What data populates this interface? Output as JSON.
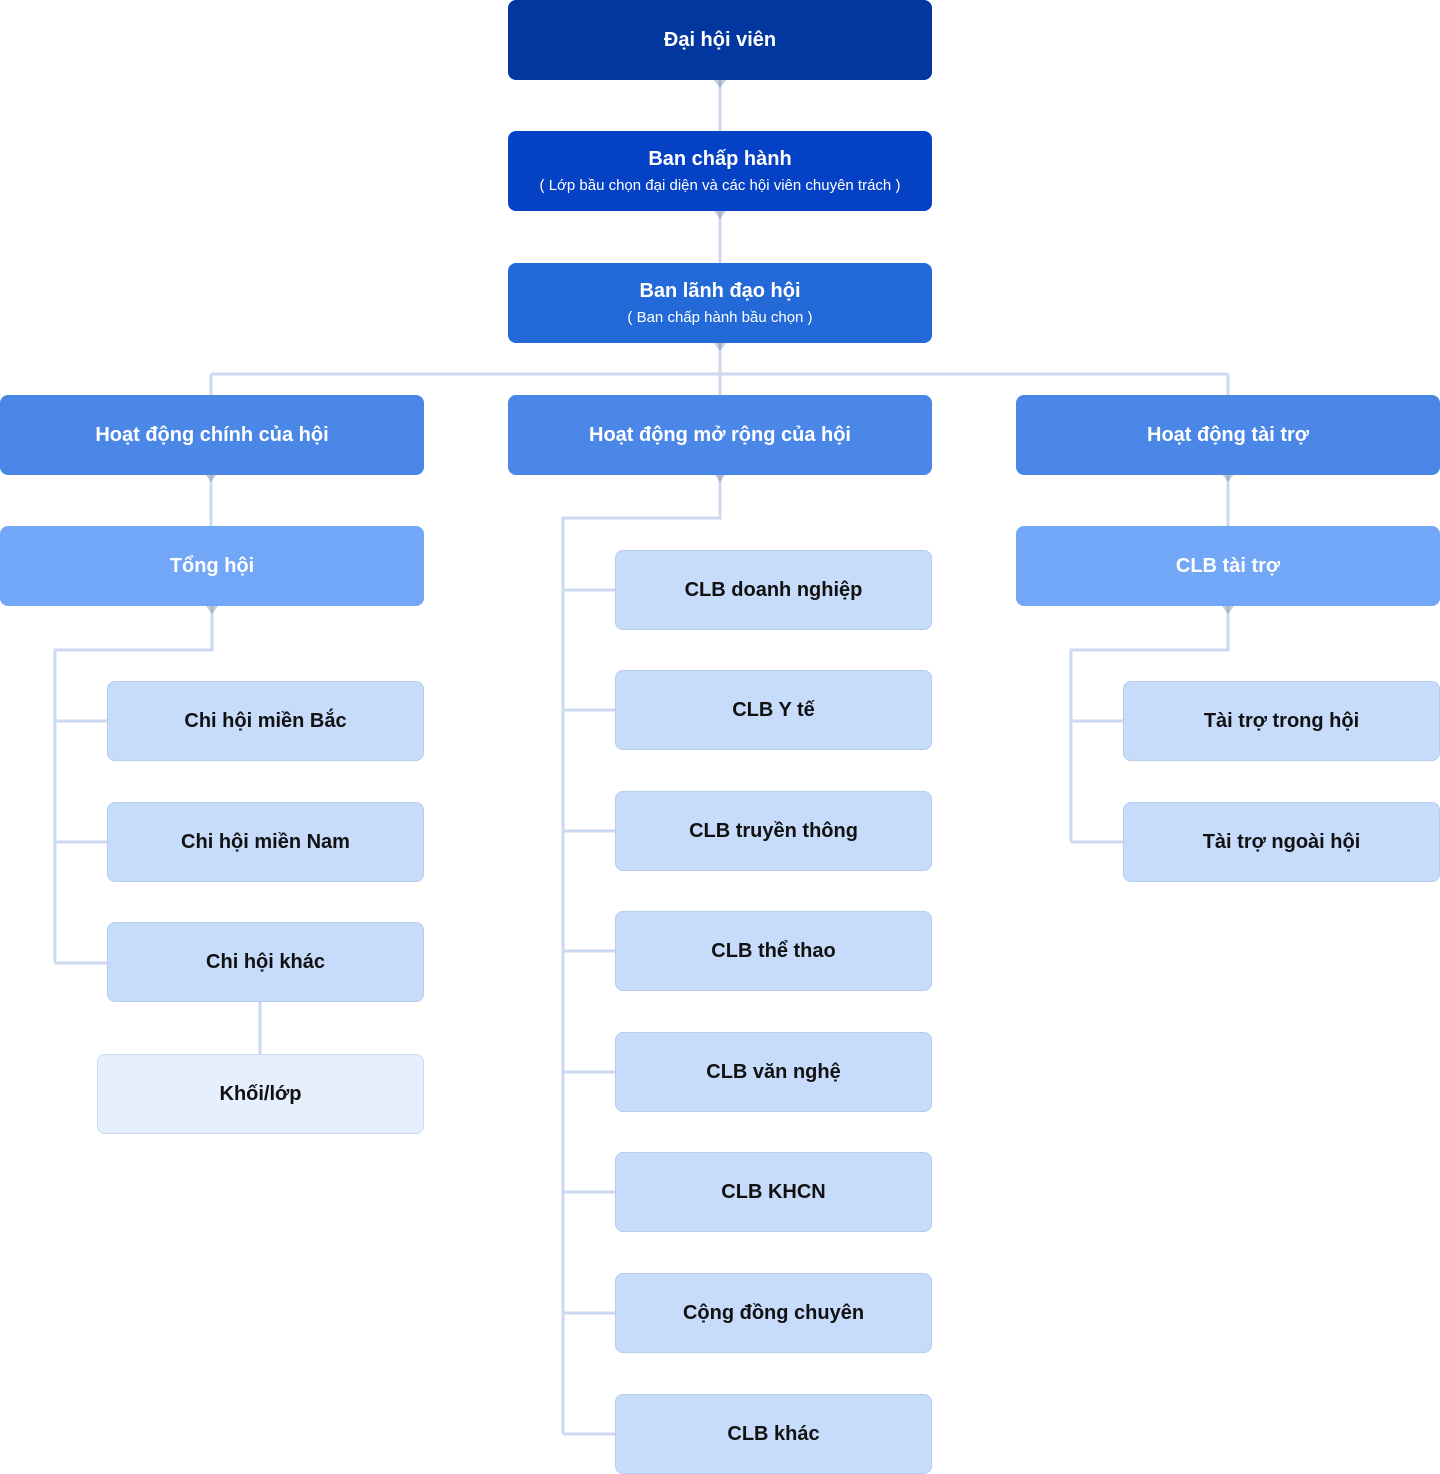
{
  "colors": {
    "level0": "#0337a0",
    "level1": "#0541c4",
    "level2": "#2469d8",
    "level3": "#4b87e6",
    "level4": "#72a6f7",
    "leaf": "#c7dbfb",
    "leaf_light": "#e6effd",
    "connector": "#cbdaf0"
  },
  "nodes": {
    "dai_hoi_vien": {
      "title": "Đại hội viên"
    },
    "ban_chap_hanh": {
      "title": "Ban chấp hành",
      "subtitle": "( Lớp bầu chọn đại diện và các hội viên chuyên trách )"
    },
    "ban_lanh_dao": {
      "title": "Ban lãnh đạo hội",
      "subtitle": "( Ban chấp hành bầu chọn )"
    },
    "hoat_dong_chinh": {
      "title": "Hoạt động chính của hội"
    },
    "hoat_dong_mo_rong": {
      "title": "Hoạt động mở rộng của hội"
    },
    "hoat_dong_tai_tro": {
      "title": "Hoạt động tài trợ"
    },
    "tong_hoi": {
      "title": "Tổng hội"
    },
    "chi_hoi_mien_bac": {
      "title": "Chi hội miền Bắc"
    },
    "chi_hoi_mien_nam": {
      "title": "Chi hội miền Nam"
    },
    "chi_hoi_khac": {
      "title": "Chi hội khác"
    },
    "khoi_lop": {
      "title": "Khối/lớp"
    },
    "clb_doanh_nghiep": {
      "title": "CLB doanh nghiệp"
    },
    "clb_y_te": {
      "title": "CLB Y tế"
    },
    "clb_truyen_thong": {
      "title": "CLB truyền thông"
    },
    "clb_the_thao": {
      "title": "CLB thể thao"
    },
    "clb_van_nghe": {
      "title": "CLB văn nghệ"
    },
    "clb_khcn": {
      "title": "CLB KHCN"
    },
    "cong_dong_chuyen": {
      "title": "Cộng đồng chuyên"
    },
    "clb_khac": {
      "title": "CLB khác"
    },
    "clb_tai_tro": {
      "title": "CLB tài trợ"
    },
    "tai_tro_trong_hoi": {
      "title": "Tài trợ trong hội"
    },
    "tai_tro_ngoai_hoi": {
      "title": "Tài trợ ngoài hội"
    }
  }
}
